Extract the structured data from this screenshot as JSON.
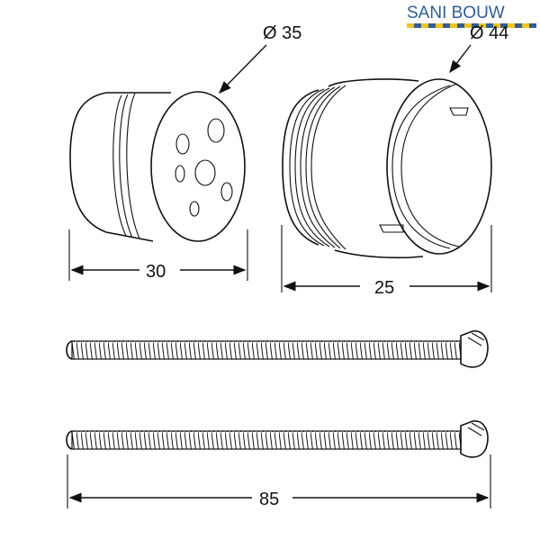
{
  "logo": {
    "text": "SANI BOUW",
    "color": "#2d5e9a",
    "accent": "#f0c419"
  },
  "dimensions": {
    "cap_diameter": "Ø 35",
    "cap_length": "30",
    "sleeve_diameter": "Ø 44",
    "sleeve_length": "25",
    "screw_length": "85"
  }
}
